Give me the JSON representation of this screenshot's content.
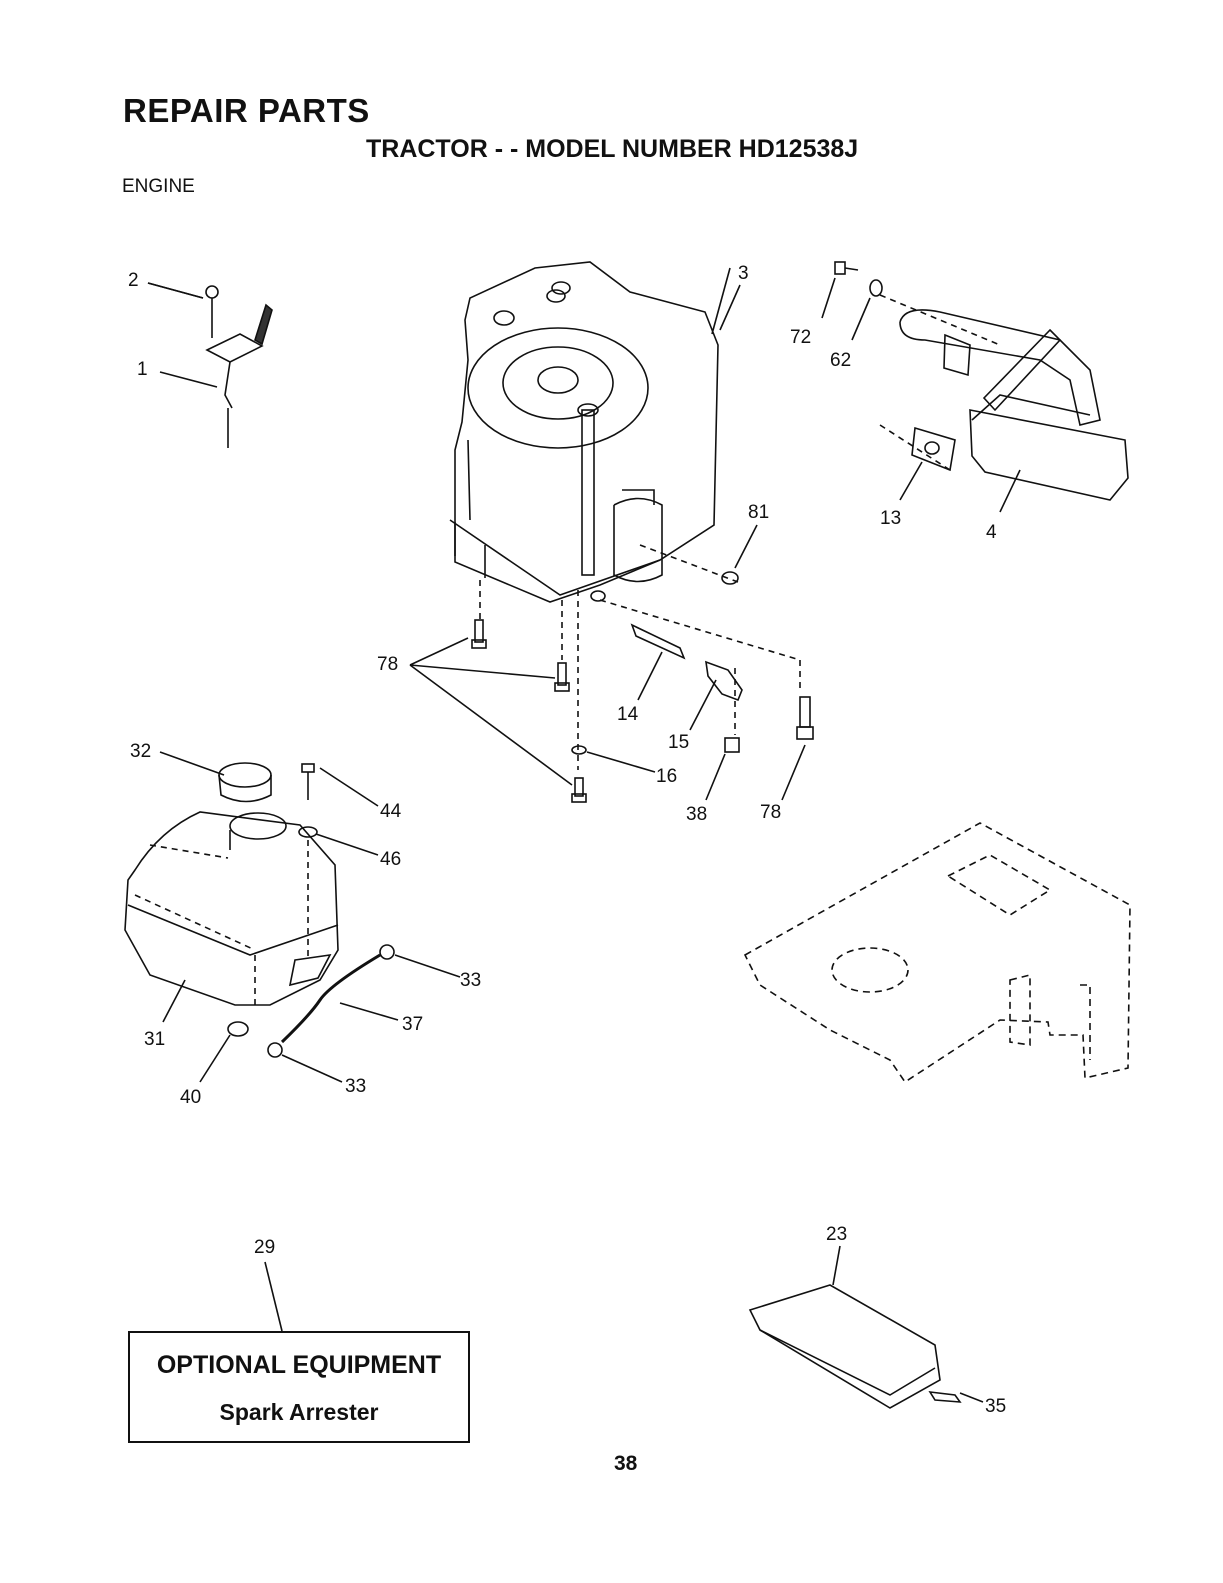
{
  "header": {
    "title": "REPAIR PARTS",
    "subtitle": "TRACTOR - - MODEL NUMBER HD12538J",
    "section": "ENGINE"
  },
  "labels": {
    "p1": "1",
    "p2": "2",
    "p3": "3",
    "p4": "4",
    "p13": "13",
    "p14": "14",
    "p15": "15",
    "p16": "16",
    "p23": "23",
    "p29": "29",
    "p31": "31",
    "p32": "32",
    "p33a": "33",
    "p33b": "33",
    "p35": "35",
    "p37": "37",
    "p38": "38",
    "p40": "40",
    "p44": "44",
    "p46": "46",
    "p62": "62",
    "p72": "72",
    "p78a": "78",
    "p78b": "78",
    "p81": "81"
  },
  "optional": {
    "title": "OPTIONAL EQUIPMENT",
    "item": "Spark Arrester"
  },
  "footer": {
    "page_number": "38"
  }
}
